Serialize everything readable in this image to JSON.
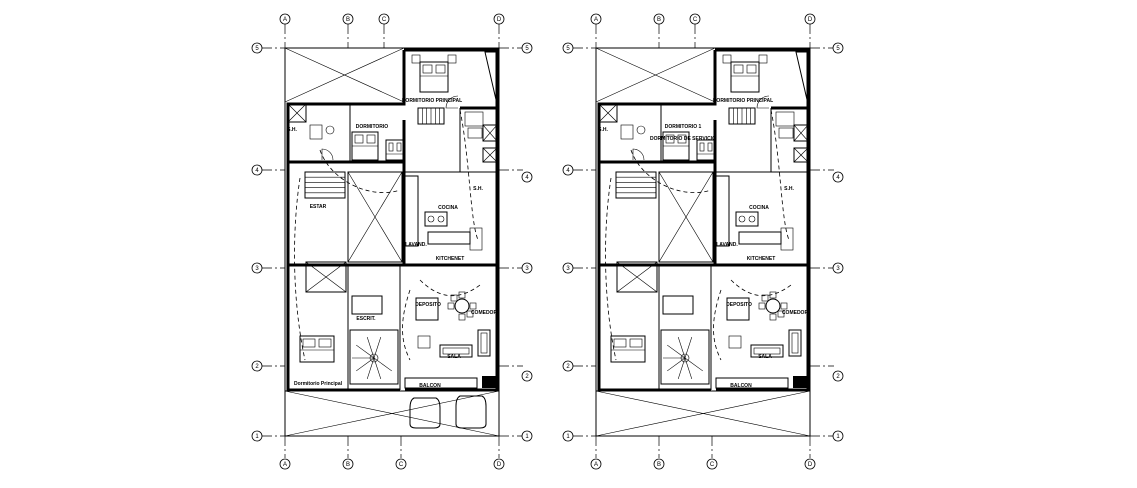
{
  "plans": [
    {
      "id": "left",
      "axes_cols": [
        "A",
        "B",
        "C",
        "D"
      ],
      "axes_rows": [
        "5",
        "4",
        "3",
        "2",
        "1"
      ],
      "rooms": {
        "dormitorio_principal": "DORMITORIO PRINCIPAL",
        "dormitorio": "DORMITORIO",
        "sh": "S.H.",
        "estar": "ESTAR",
        "cocina": "COCINA",
        "lavand": "LAVAND.",
        "kitchenet": "KITCHENET",
        "comedor": "COMEDOR",
        "sala": "SALA",
        "balcon": "BALCON",
        "deposito": "DEPOSITO",
        "escrit": "ESCRIT."
      },
      "note": "Dormitorio Principal"
    },
    {
      "id": "right",
      "axes_cols": [
        "A",
        "B",
        "C",
        "D"
      ],
      "axes_rows": [
        "5",
        "4",
        "3",
        "2",
        "1"
      ],
      "rooms": {
        "dormitorio_principal": "DORMITORIO PRINCIPAL",
        "dormitorio": "DORMITORIO 1",
        "sh": "S.H.",
        "lavand": "LAVAND.",
        "cocina": "COCINA",
        "kitchenet": "KITCHENET",
        "comedor": "COMEDOR",
        "sala": "SALA",
        "balcon": "BALCON",
        "deposito": "DEPOSITO",
        "dormitorio_servicio": "DORMITORIO DE SERVICIO"
      }
    }
  ]
}
